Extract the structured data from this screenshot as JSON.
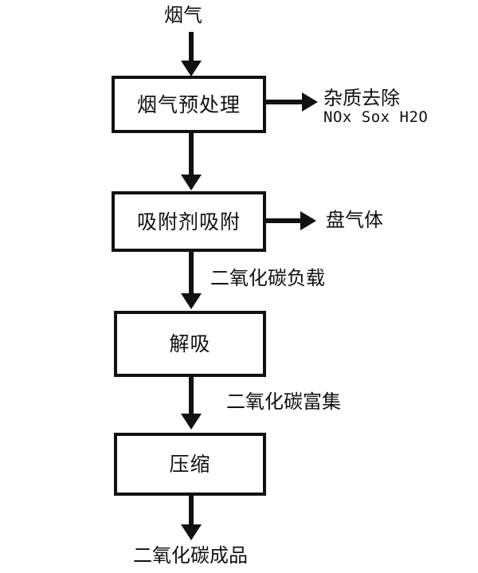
{
  "diagram": {
    "type": "flowchart",
    "title_text": "",
    "orientation": "top-to-bottom",
    "background_color": "#ffffff",
    "stroke_color": "#111111",
    "inlet": {
      "label": "烟气"
    },
    "outlet": {
      "label": "二氧化碳成品"
    },
    "nodes": [
      {
        "id": "pretreatment",
        "label": "烟气预处理"
      },
      {
        "id": "adsorption",
        "label": "吸附剂吸附"
      },
      {
        "id": "desorption",
        "label": "解吸"
      },
      {
        "id": "compression",
        "label": "压缩"
      }
    ],
    "side_outputs": [
      {
        "id": "impurity-removal",
        "from": "pretreatment",
        "line1": "杂质去除",
        "line2": "NOx Sox H2O"
      },
      {
        "id": "lean-gas",
        "from": "adsorption",
        "line1": "盘气体",
        "line2": ""
      }
    ],
    "edge_labels": [
      {
        "id": "co2-loaded",
        "between": "adsorption-desorption",
        "label": "二氧化碳负载"
      },
      {
        "id": "co2-enriched",
        "between": "desorption-compression",
        "label": "二氧化碳富集"
      }
    ]
  }
}
